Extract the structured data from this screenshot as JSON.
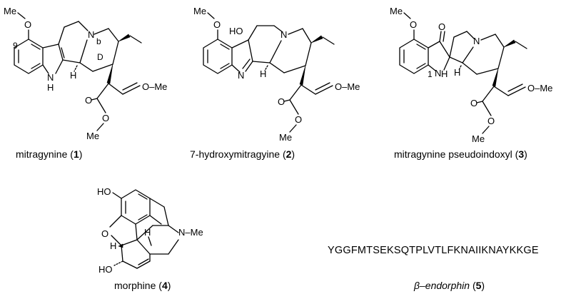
{
  "structures": [
    {
      "id": "mitragynine",
      "caption_name": "mitragynine",
      "caption_number": "1",
      "atom_labels": {
        "methoxy": "Me",
        "methoxy_o": "O",
        "position": "9",
        "n_basic": "N",
        "ring_b": "b",
        "ring_d": "D",
        "nh": "N",
        "nh_h": "H",
        "stereo_h": "H",
        "ester_o1": "O",
        "ester_o2": "O",
        "ester_me": "Me",
        "enol_ether": "O–Me"
      }
    },
    {
      "id": "7-hydroxymitragynine",
      "caption_name": "7-hydroxymitragyine",
      "caption_number": "2",
      "atom_labels": {
        "methoxy": "Me",
        "methoxy_o": "O",
        "hydroxy": "HO",
        "n_basic": "N",
        "imine_n": "N",
        "stereo_h": "H",
        "ester_o1": "O",
        "ester_o2": "O",
        "ester_me": "Me",
        "enol_ether": "O–Me"
      }
    },
    {
      "id": "mitragynine-pseudoindoxyl",
      "caption_name": "mitragynine pseudoindoxyl",
      "caption_number": "3",
      "atom_labels": {
        "methoxy": "Me",
        "methoxy_o": "O",
        "ketone_o": "O",
        "n_basic": "N",
        "nh": "N",
        "nh_h": "H",
        "position": "1",
        "stereo_h": "H",
        "ester_o1": "O",
        "ester_o2": "O",
        "ester_me": "Me",
        "enol_ether": "O–Me"
      }
    },
    {
      "id": "morphine",
      "caption_name": "morphine",
      "caption_number": "4",
      "atom_labels": {
        "phenol": "HO",
        "ether_o": "O",
        "h1": "H",
        "h2": "H",
        "n_methyl": "N–Me",
        "alcohol": "HO"
      }
    },
    {
      "id": "beta-endorphin",
      "caption_name": "β–endorphin",
      "caption_number": "5",
      "sequence": "YGGFMTSEKSQTPLVTLFKNAIIKNAYKKGE"
    }
  ]
}
